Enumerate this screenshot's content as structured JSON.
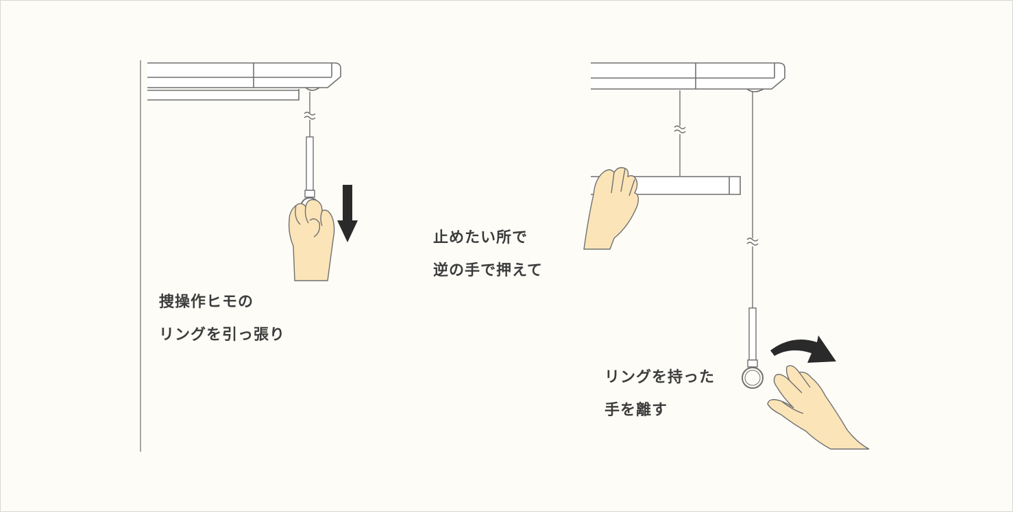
{
  "colors": {
    "background": "#fdfcf7",
    "border": "#d6d6d6",
    "line": "#6f6f6f",
    "skin": "#fbe4b8",
    "arrow": "#2a2a2a",
    "text": "#3c3c3c"
  },
  "step1": {
    "line1": "捜操作ヒモの",
    "line2": "リングを引っ張り"
  },
  "step2": {
    "line1": "止めたい所で",
    "line2": "逆の手で押えて"
  },
  "step3": {
    "line1": "リングを持った",
    "line2": "手を離す"
  },
  "icons": [
    "hand-icon",
    "down-arrow-icon",
    "curved-arrow-icon",
    "ring-icon"
  ]
}
